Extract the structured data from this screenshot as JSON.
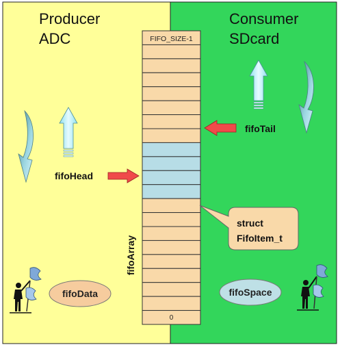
{
  "producer": {
    "title_line1": "Producer",
    "title_line2": "ADC",
    "panel_color": "#FFFF99",
    "pointer_label": "fifoHead",
    "flag_label": "fifoData",
    "flag_bubble_color": "#F6CC9E"
  },
  "consumer": {
    "title_line1": "Consumer",
    "title_line2": "SDcard",
    "panel_color": "#33D65B",
    "pointer_label": "fifoTail",
    "flag_label": "fifoSpace",
    "flag_bubble_color": "#BEE0E6"
  },
  "fifo": {
    "array_label": "fifoArray",
    "top_slot_label": "FIFO_SIZE-1",
    "bottom_slot_label": "0",
    "slot_count": 21,
    "filled_slots_from_top": [
      8,
      9,
      10,
      11
    ],
    "empty_color": "#F9D9A9",
    "filled_color": "#B7DDE6"
  },
  "callout": {
    "line1": "struct",
    "line2": "FifoItem_t",
    "fill_color": "#F9D9A9"
  },
  "colors": {
    "pointer_arrow": "#F04A4A",
    "motion_arrow": "#B5ECF6"
  }
}
